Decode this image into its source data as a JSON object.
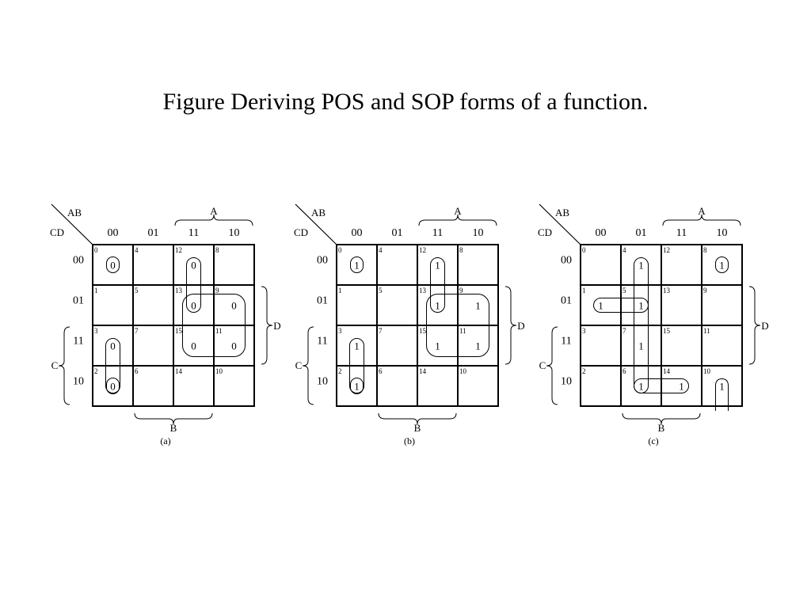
{
  "title": "Figure Deriving POS and SOP forms of a function.",
  "labels": {
    "corner_col": "AB",
    "corner_row": "CD",
    "var_a": "A",
    "var_b": "B",
    "var_c": "C",
    "var_d": "D"
  },
  "col_codes": [
    "00",
    "01",
    "11",
    "10"
  ],
  "row_codes": [
    "00",
    "01",
    "11",
    "10"
  ],
  "minterm_numbers": [
    [
      0,
      4,
      12,
      8
    ],
    [
      1,
      5,
      13,
      9
    ],
    [
      3,
      7,
      15,
      11
    ],
    [
      2,
      6,
      14,
      10
    ]
  ],
  "maps": [
    {
      "caption": "(a)",
      "cells": [
        [
          "0",
          "",
          "0",
          ""
        ],
        [
          "",
          "",
          "0",
          "0"
        ],
        [
          "0",
          "",
          "0",
          "0"
        ],
        [
          "0",
          "",
          "",
          ""
        ]
      ],
      "groups": [
        {
          "cells": [
            [
              2,
              0
            ],
            [
              3,
              0
            ]
          ]
        },
        {
          "cells": [
            [
              0,
              0
            ]
          ]
        },
        {
          "cells": [
            [
              3,
              0
            ]
          ]
        },
        {
          "cells": [
            [
              0,
              2
            ],
            [
              1,
              2
            ]
          ]
        },
        {
          "cells": [
            [
              1,
              2
            ],
            [
              1,
              3
            ],
            [
              2,
              2
            ],
            [
              2,
              3
            ]
          ]
        }
      ]
    },
    {
      "caption": "(b)",
      "cells": [
        [
          "1",
          "",
          "1",
          ""
        ],
        [
          "",
          "",
          "1",
          "1"
        ],
        [
          "1",
          "",
          "1",
          "1"
        ],
        [
          "1",
          "",
          "",
          ""
        ]
      ],
      "groups": [
        {
          "cells": [
            [
              0,
              0
            ]
          ]
        },
        {
          "cells": [
            [
              2,
              0
            ],
            [
              3,
              0
            ]
          ]
        },
        {
          "cells": [
            [
              3,
              0
            ]
          ]
        },
        {
          "cells": [
            [
              0,
              2
            ],
            [
              1,
              2
            ]
          ]
        },
        {
          "cells": [
            [
              1,
              2
            ],
            [
              1,
              3
            ],
            [
              2,
              2
            ],
            [
              2,
              3
            ]
          ]
        }
      ]
    },
    {
      "caption": "(c)",
      "cells": [
        [
          "",
          "1",
          "",
          "1"
        ],
        [
          "1",
          "1",
          "",
          ""
        ],
        [
          "",
          "1",
          "",
          ""
        ],
        [
          "",
          "1",
          "1",
          "1"
        ]
      ],
      "groups": [
        {
          "cells": [
            [
              0,
              1
            ],
            [
              1,
              1
            ],
            [
              2,
              1
            ],
            [
              3,
              1
            ]
          ]
        },
        {
          "cells": [
            [
              1,
              0
            ],
            [
              1,
              1
            ]
          ]
        },
        {
          "cells": [
            [
              3,
              1
            ],
            [
              3,
              2
            ]
          ]
        },
        {
          "cells": [
            [
              0,
              3
            ]
          ]
        },
        {
          "cells": [
            [
              3,
              3
            ]
          ],
          "open": "down"
        }
      ]
    }
  ]
}
